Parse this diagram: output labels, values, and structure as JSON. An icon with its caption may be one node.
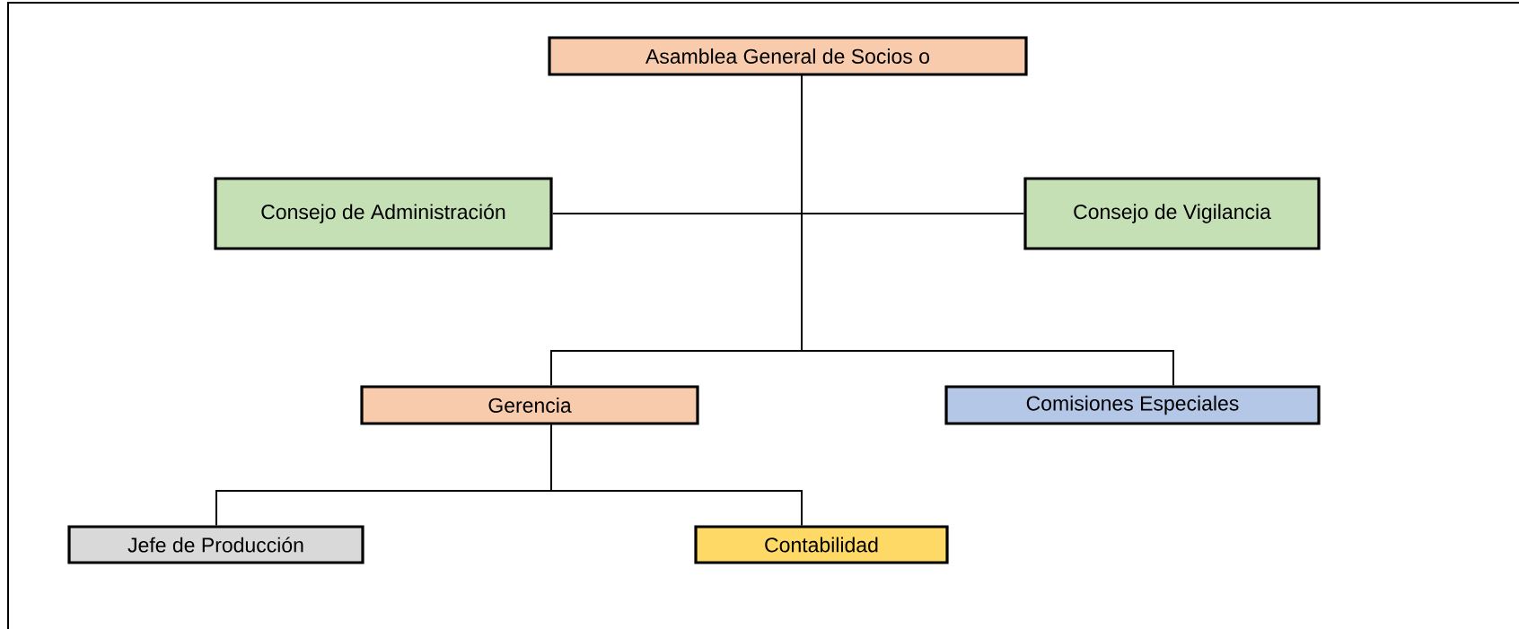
{
  "diagram": {
    "nodes": [
      {
        "text": [
          "Asamblea General de Socios o"
        ]
      },
      {
        "text": [
          "Consejo de Administración"
        ]
      },
      {
        "text": [
          "Consejo de Vigilancia"
        ]
      },
      {
        "text": [
          "Gerencia"
        ]
      },
      {
        "text": [
          "Comisiones Especiales"
        ]
      },
      {
        "text": [
          "Jefe de Producción"
        ]
      },
      {
        "text": [
          "Contabilidad"
        ]
      }
    ],
    "edges": [
      {
        "from": 0,
        "to": 1,
        "arrow": "none"
      },
      {
        "from": 0,
        "to": 2,
        "arrow": "none"
      },
      {
        "from": 0,
        "to": 3,
        "arrow": "none"
      },
      {
        "from": 0,
        "to": 4,
        "arrow": "none"
      },
      {
        "from": 3,
        "to": 5,
        "arrow": "none"
      },
      {
        "from": 3,
        "to": 6,
        "arrow": "none"
      }
    ]
  }
}
